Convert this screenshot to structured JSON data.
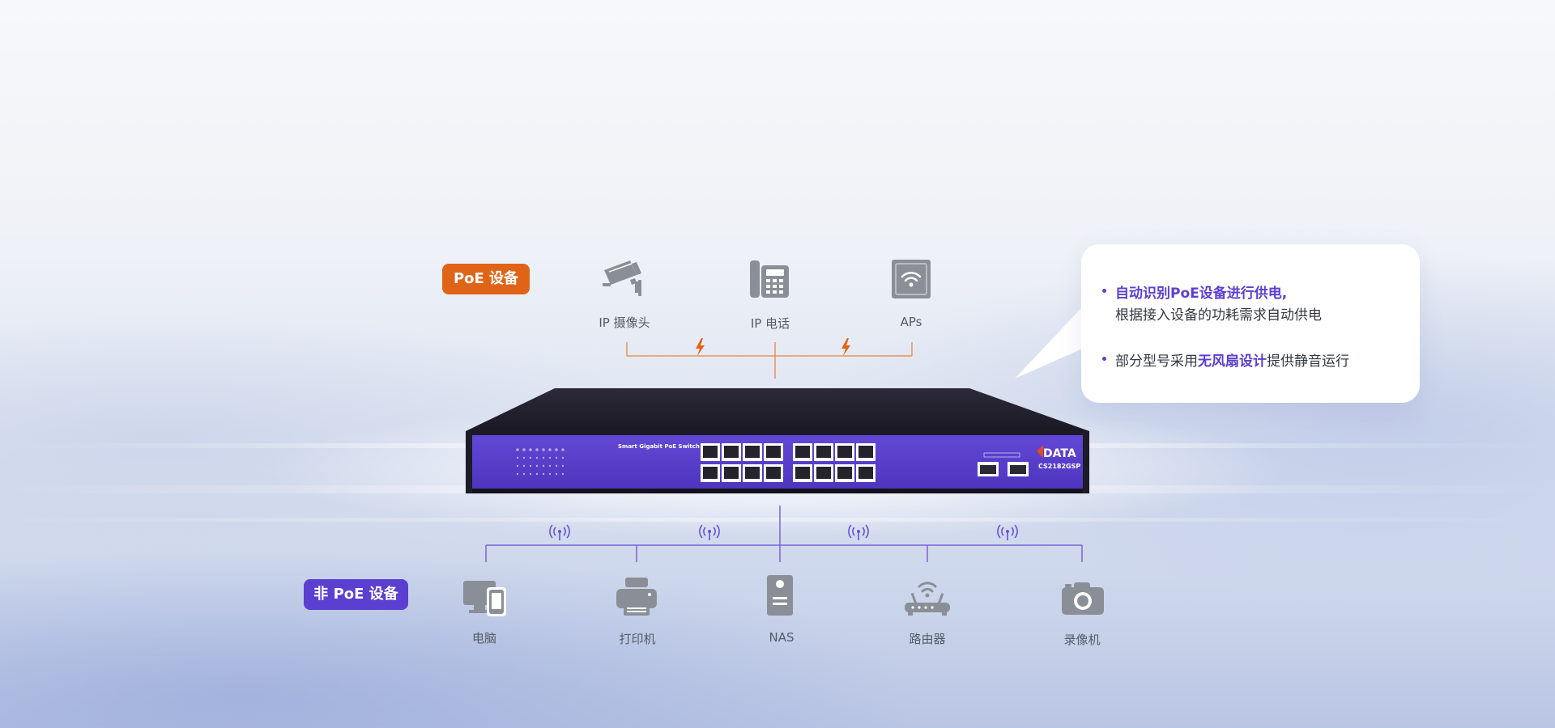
{
  "badges": {
    "poe": "PoE 设备",
    "non_poe": "非 PoE 设备"
  },
  "poe_devices": [
    {
      "label": "IP 摄像头",
      "icon": "cctv-camera-icon"
    },
    {
      "label": "IP 电话",
      "icon": "ip-phone-icon"
    },
    {
      "label": "APs",
      "icon": "access-point-icon"
    }
  ],
  "non_poe_devices": [
    {
      "label": "电脑",
      "icon": "computer-phone-icon"
    },
    {
      "label": "打印机",
      "icon": "printer-icon"
    },
    {
      "label": "NAS",
      "icon": "nas-icon"
    },
    {
      "label": "路由器",
      "icon": "router-icon"
    },
    {
      "label": "录像机",
      "icon": "camera-icon"
    }
  ],
  "callout": {
    "item1": {
      "highlight": "自动识别PoE设备进行供电,",
      "line2": "根据接入设备的功耗需求自动供电"
    },
    "item2": {
      "before": "部分型号采用",
      "highlight": "无风扇设计",
      "after": "提供静音运行"
    }
  },
  "switch": {
    "title": "Smart Gigabit PoE Switch",
    "brand": "C-DATA",
    "model": "CS2182GSP"
  },
  "colors": {
    "poe_orange": "#e06418",
    "accent_purple": "#5b3fd0",
    "icon_gray": "#8a8f97",
    "switch_face": "#5a3fcf"
  }
}
